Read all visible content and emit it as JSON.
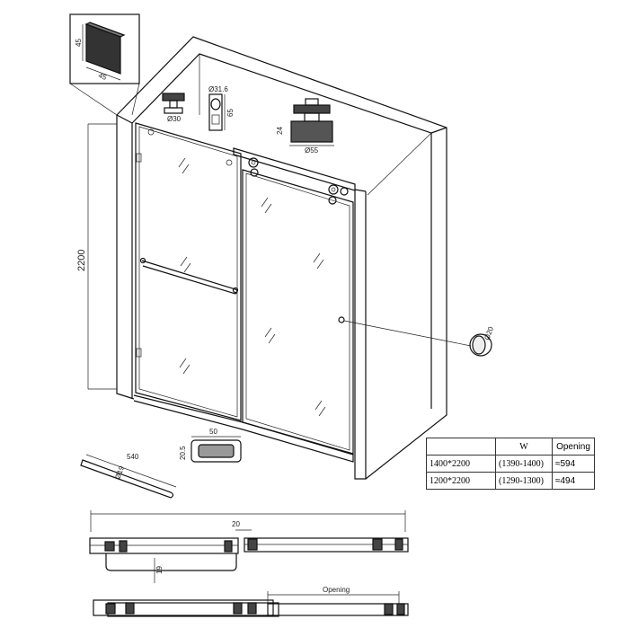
{
  "dimensions": {
    "height_label": "2200",
    "profile_w": "45",
    "profile_h": "45",
    "wheel_dia": "Ø31.6",
    "wheel_base": "Ø30",
    "wheel_h": "65",
    "roller_dia": "Ø55",
    "roller_h": "24",
    "knob_dia": "Ø20",
    "handle_len": "540",
    "handle_dia": "Ø19",
    "guide_w": "50",
    "guide_h": "20.5",
    "plan_gap": "20",
    "plan_offset": "19"
  },
  "plan": {
    "opening_label": "Opening"
  },
  "table": {
    "headers": [
      "",
      "W",
      "Opening"
    ],
    "rows": [
      {
        "size": "1400*2200",
        "range": "(1390-1400)",
        "opening": "≈594"
      },
      {
        "size": "1200*2200",
        "range": "(1290-1300)",
        "opening": "≈494"
      }
    ]
  }
}
